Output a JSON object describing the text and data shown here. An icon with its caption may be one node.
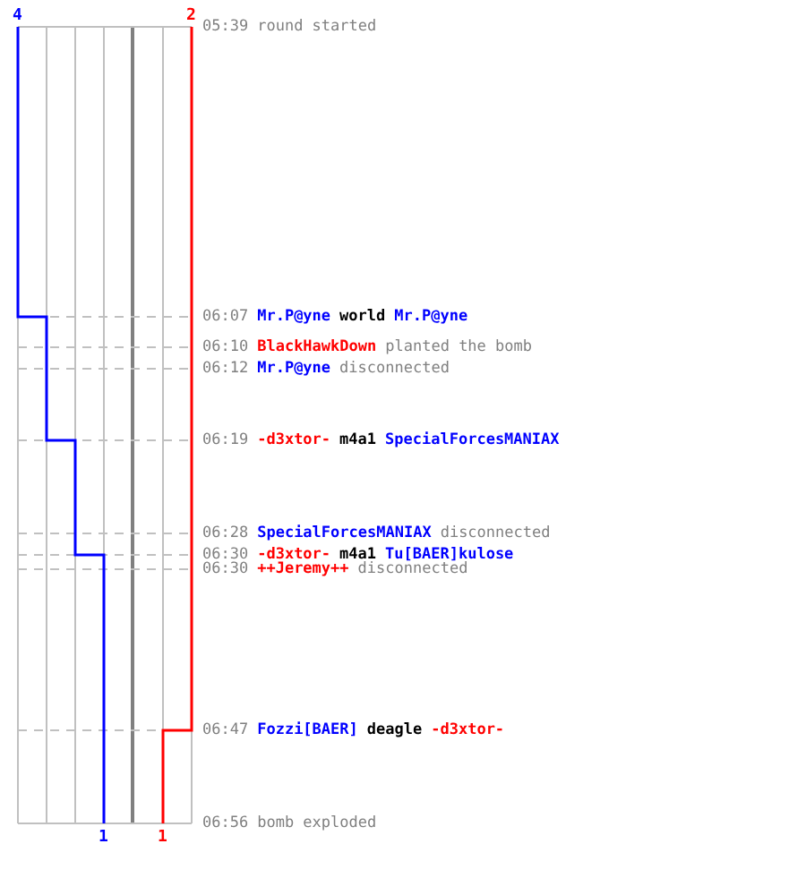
{
  "diagram": {
    "labels": [
      "4",
      "2",
      "05:39",
      "round started",
      "06:07",
      "Mr.P@yne",
      "world",
      "Mr.P@yne",
      "06:10",
      "BlackHawkDown",
      "planted the bomb",
      "06:12",
      "Mr.P@yne",
      "disconnected",
      "06:19",
      "-d3xtor-",
      "m4a1",
      "SpecialForcesMANIAX",
      "06:28",
      "SpecialForcesMANIAX",
      "disconnected",
      "06:30",
      "-d3xtor-",
      "m4a1",
      "Tu[BAER]kulose",
      "06:30",
      "++Jeremy++",
      "disconnected",
      "06:47",
      "Fozzi[BAER]",
      "deagle",
      "-d3xtor-",
      "06:56",
      "bomb exploded",
      "1",
      "1"
    ]
  }
}
